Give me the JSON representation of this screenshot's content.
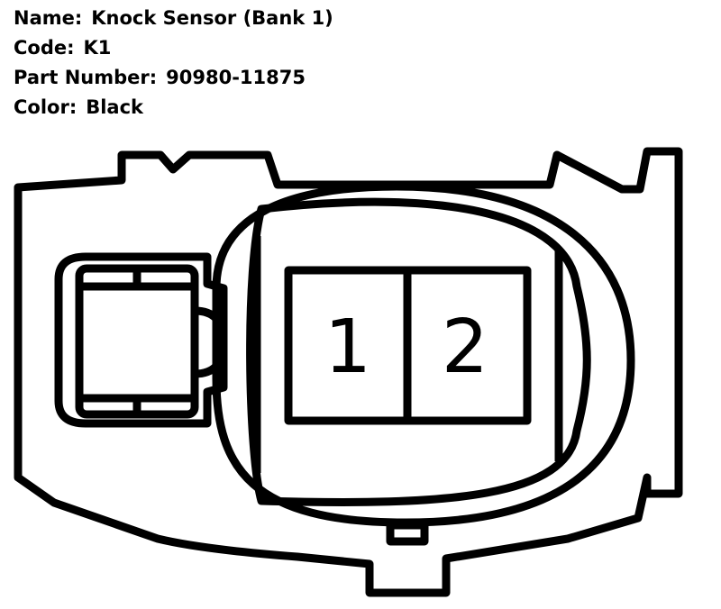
{
  "info": {
    "name_label": "Name:",
    "name_value": "Knock Sensor (Bank 1)",
    "code_label": "Code:",
    "code_value": "K1",
    "part_label": "Part Number:",
    "part_value": "90980-11875",
    "color_label": "Color:",
    "color_value": "Black"
  },
  "connector": {
    "pins": [
      {
        "label": "1"
      },
      {
        "label": "2"
      }
    ]
  },
  "colors": {
    "line": "#000000",
    "background": "#ffffff"
  }
}
